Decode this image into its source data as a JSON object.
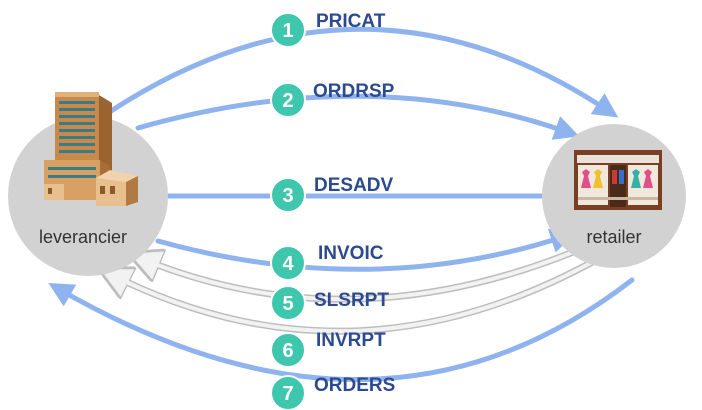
{
  "nodes": {
    "supplier": {
      "label": "leverancier",
      "icon": "office-building-icon"
    },
    "retailer": {
      "label": "retailer",
      "icon": "shop-storefront-icon"
    }
  },
  "messages": [
    {
      "number": "1",
      "label": "PRICAT",
      "direction": "supplier-to-retailer",
      "color": "#8fb3ee"
    },
    {
      "number": "2",
      "label": "ORDRSP",
      "direction": "supplier-to-retailer",
      "color": "#8fb3ee"
    },
    {
      "number": "3",
      "label": "DESADV",
      "direction": "supplier-to-retailer",
      "color": "#8fb3ee"
    },
    {
      "number": "4",
      "label": "INVOIC",
      "direction": "supplier-to-retailer",
      "color": "#8fb3ee"
    },
    {
      "number": "5",
      "label": "SLSRPT",
      "direction": "retailer-to-supplier",
      "color": "#e4e4e4"
    },
    {
      "number": "6",
      "label": "INVRPT",
      "direction": "retailer-to-supplier",
      "color": "#e4e4e4"
    },
    {
      "number": "7",
      "label": "ORDERS",
      "direction": "retailer-to-supplier",
      "color": "#8fb3ee"
    }
  ],
  "colors": {
    "badge": "#3ec7ad",
    "label": "#2b4a8f",
    "node_circle": "#d2d2d2"
  }
}
